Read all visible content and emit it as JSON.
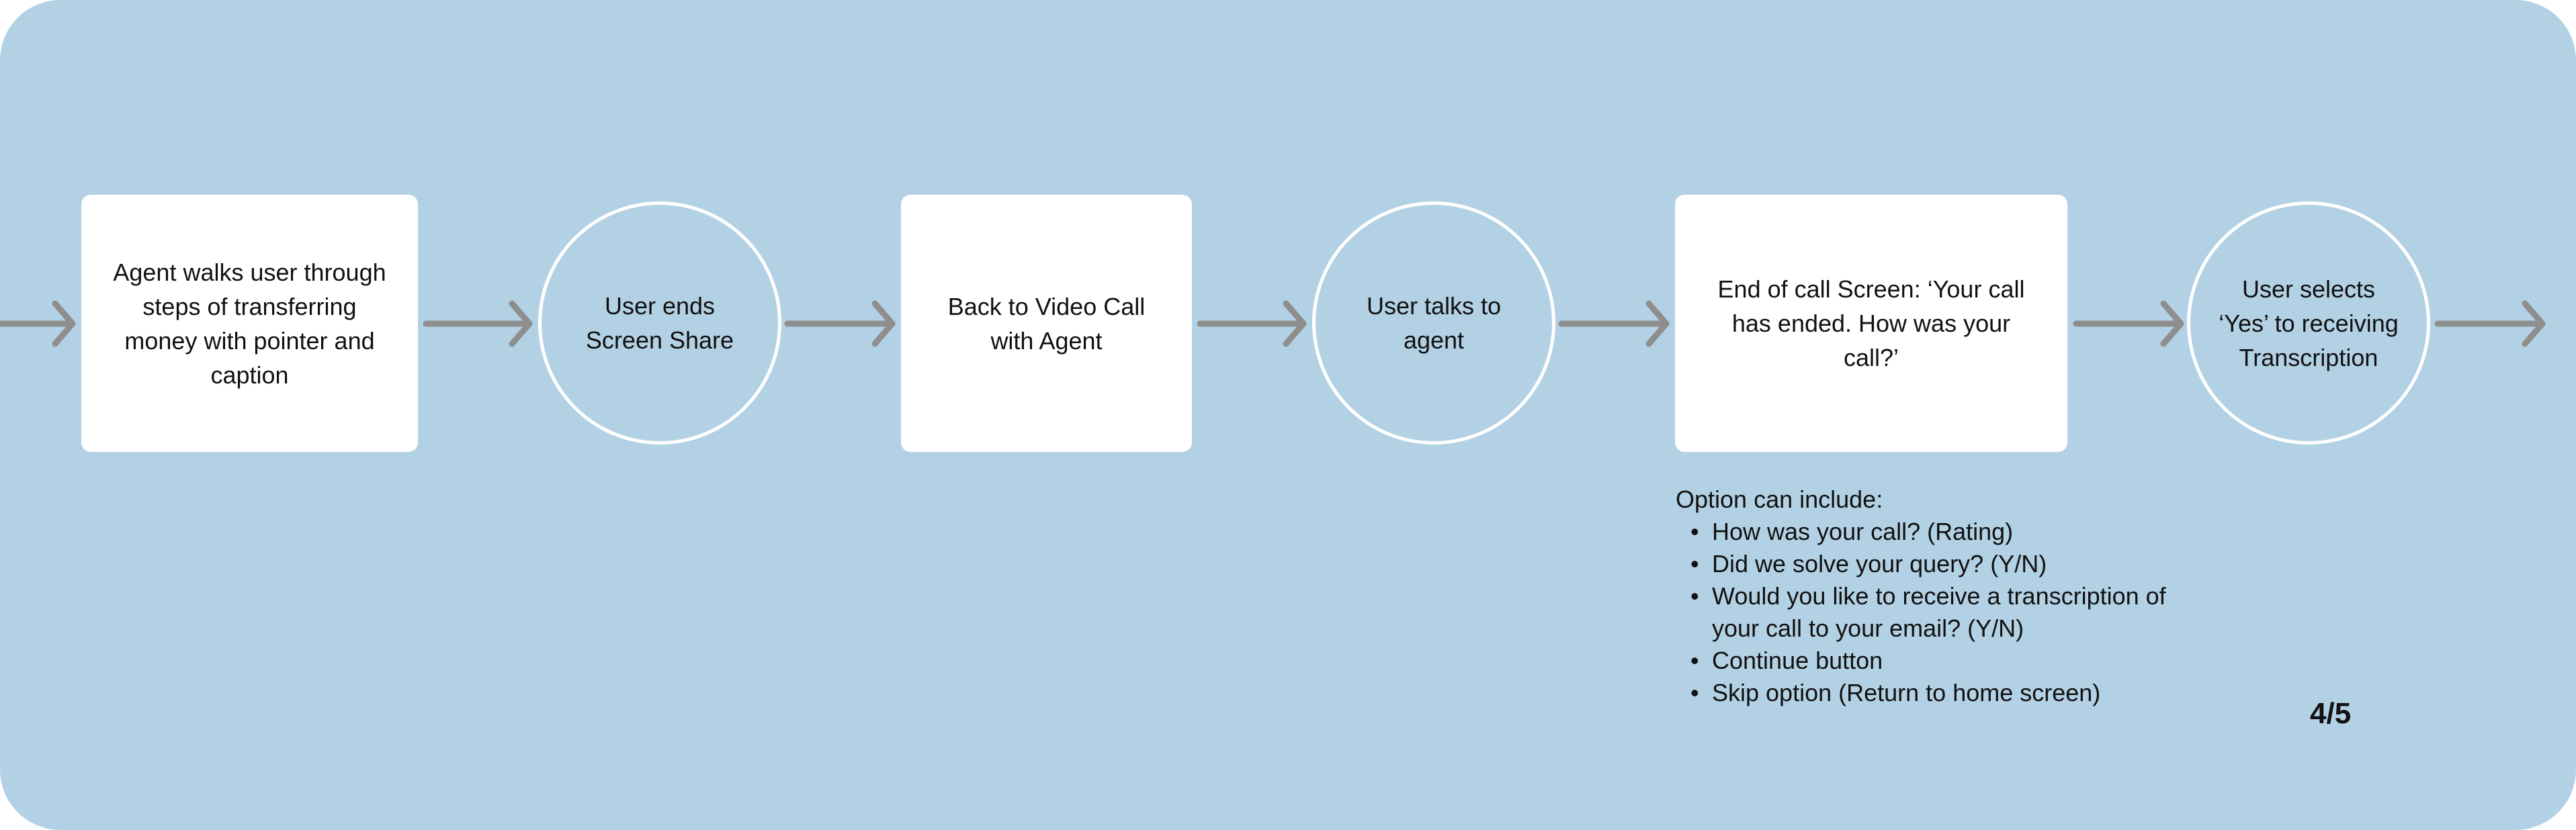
{
  "flow": {
    "steps": [
      {
        "shape": "rect",
        "text": "Agent walks user through steps of transferring money with pointer and caption"
      },
      {
        "shape": "circle",
        "text": "User ends Screen Share"
      },
      {
        "shape": "rect",
        "text": "Back to Video Call with Agent"
      },
      {
        "shape": "circle",
        "text": "User talks to agent"
      },
      {
        "shape": "rect",
        "text": "End of call Screen: ‘Your call has ended. How was your call?’"
      },
      {
        "shape": "circle",
        "text": "User selects ‘Yes’ to receiving Transcription"
      }
    ],
    "connector_color": "#8e8e8e"
  },
  "notes": {
    "heading": "Option can include:",
    "items": [
      "How was your call? (Rating)",
      "Did we solve your query? (Y/N)",
      "Would you like to receive a transcription of your call to your email? (Y/N)",
      "Continue button",
      "Skip option (Return to home screen)"
    ]
  },
  "page_indicator": "4/5",
  "colors": {
    "background": "#b3d1e4",
    "box": "#ffffff",
    "text": "#111111"
  }
}
